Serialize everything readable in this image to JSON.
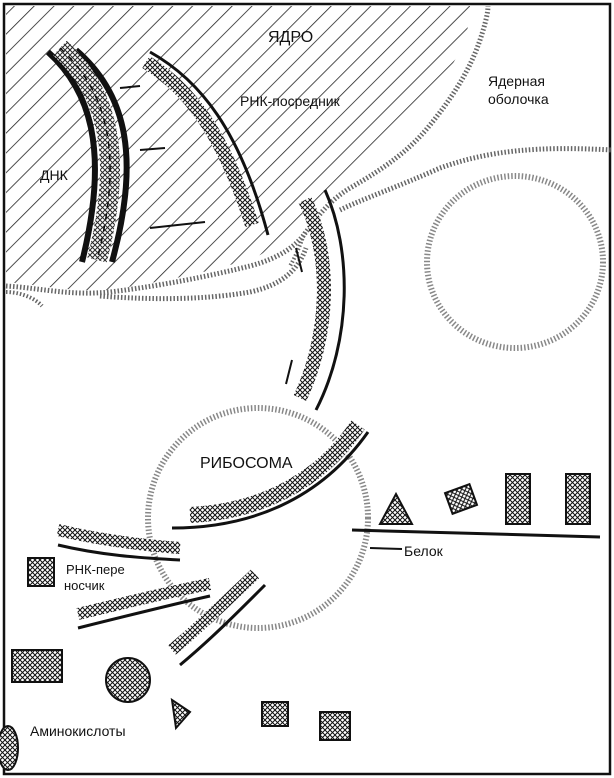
{
  "labels": {
    "nucleus": "ЯДРО",
    "mrna": "РНК-посредник",
    "dna": "ДНК",
    "envelope_line1": "Ядерная",
    "envelope_line2": "оболочка",
    "ribosome": "РИБОСОМА",
    "trna_line1": "РНК-пере",
    "trna_line2": "носчик",
    "protein": "Белок",
    "amino_acids": "Аминокислоты"
  },
  "colors": {
    "ink": "#111111",
    "background": "#ffffff",
    "hatch": "#222222"
  }
}
